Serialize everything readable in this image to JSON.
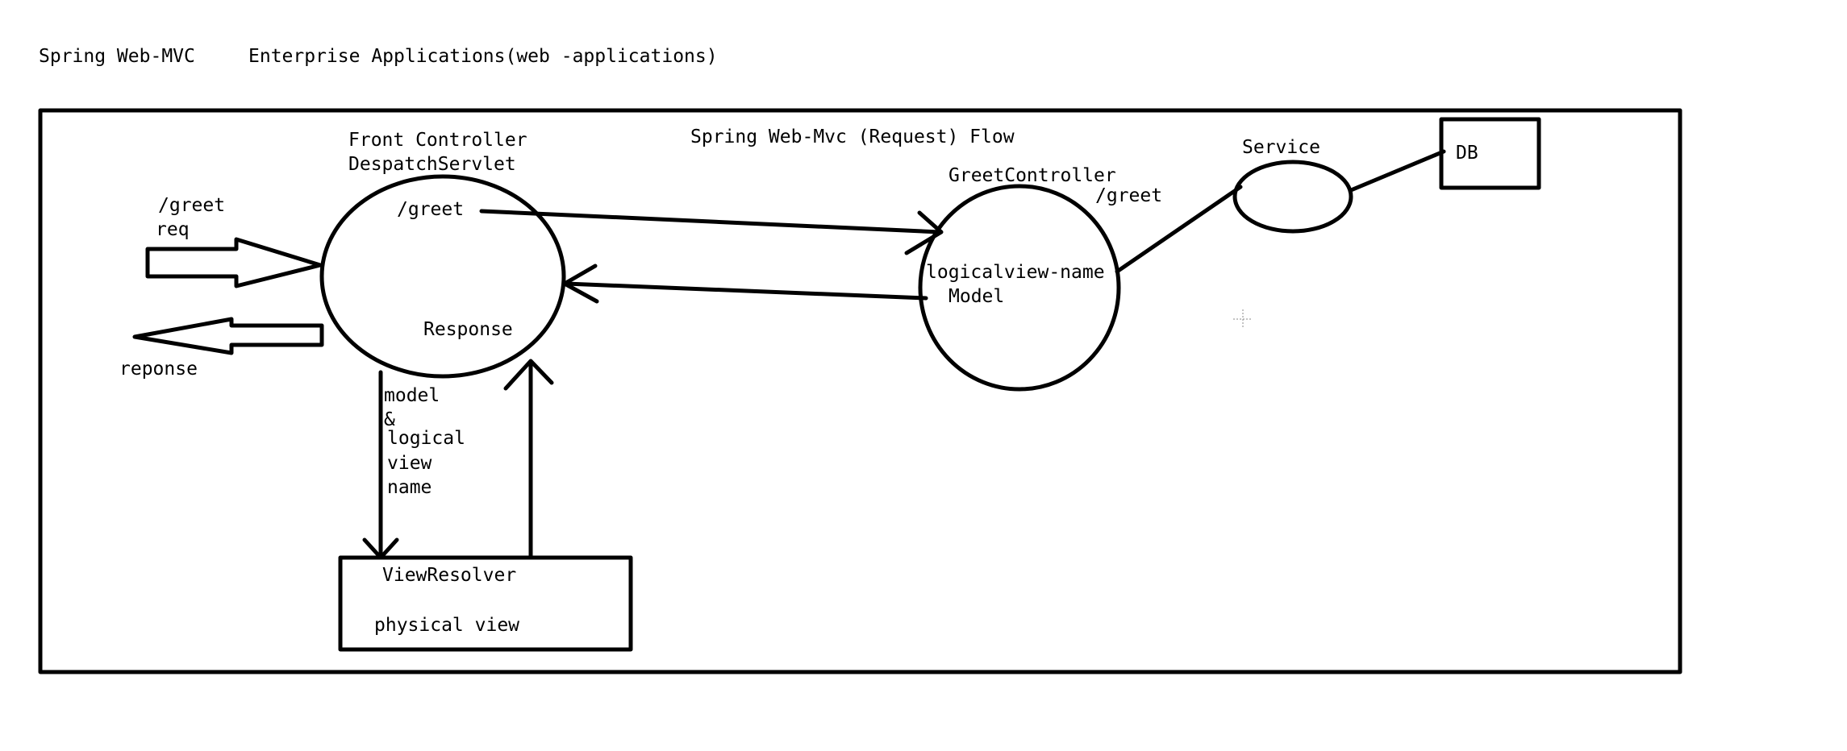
{
  "header": {
    "title": "Spring Web-MVC",
    "subtitle": "Enterprise Applications(web -applications)"
  },
  "diagram": {
    "flow_title": "Spring Web-Mvc (Request) Flow",
    "front_controller": {
      "label_line1": "Front Controller",
      "label_line2": "DespatchServlet",
      "inner_path": "/greet",
      "inner_response": "Response"
    },
    "request_arrow": {
      "line1": "/greet",
      "line2": "req"
    },
    "response_arrow": {
      "label": "reponse"
    },
    "greet_controller": {
      "label": "GreetController",
      "path": "/greet",
      "inner_line1": "logicalview-name",
      "inner_line2": "Model"
    },
    "service": {
      "label": "Service"
    },
    "db": {
      "label": "DB"
    },
    "model_label": {
      "line1": "model",
      "line2": "&",
      "line3": "logical",
      "line4": "view",
      "line5": "name"
    },
    "view_resolver": {
      "label": "ViewResolver",
      "sublabel": "physical view"
    }
  }
}
